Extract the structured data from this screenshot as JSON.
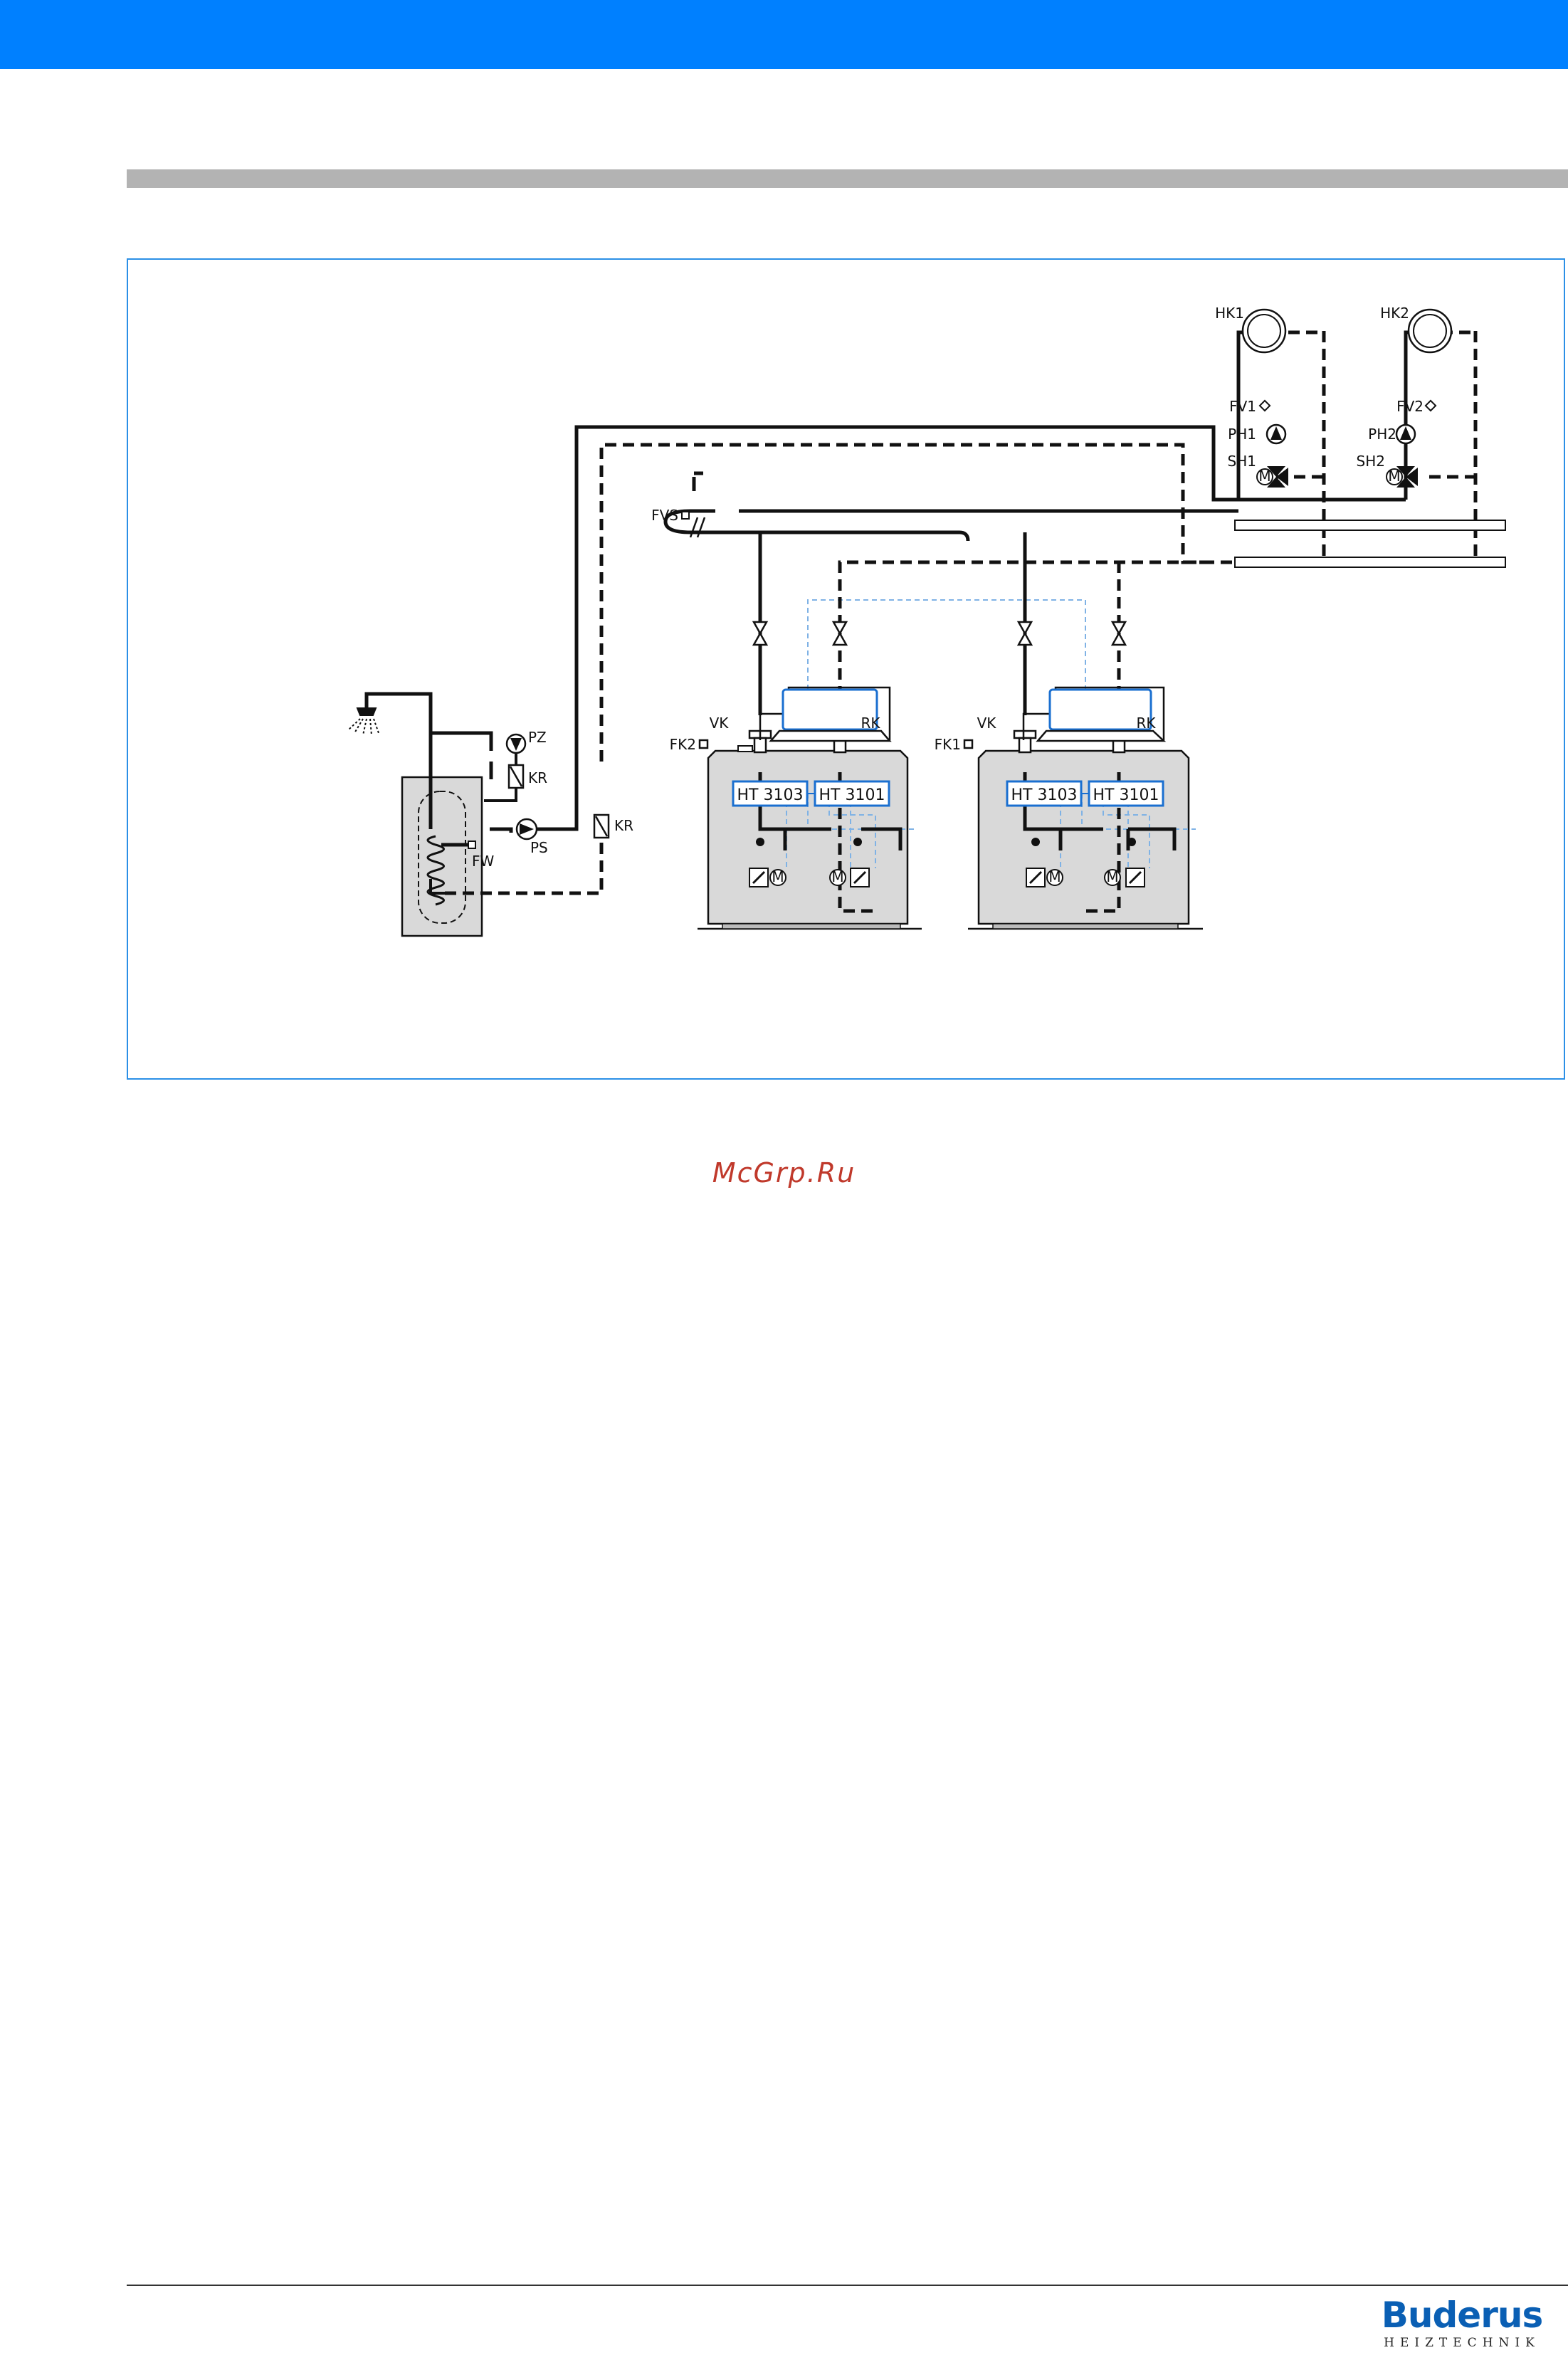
{
  "colors": {
    "header_blue": "#0080ff",
    "section_gray": "#b3b3b3",
    "frame_blue": "#2b8fe6",
    "module_blue": "#1a6fd0",
    "control_dash": "#7fb2e5",
    "boiler_fill": "#d9d9d9",
    "watermark_red": "#c0392b",
    "brand_blue": "#0a5fb4"
  },
  "diagram": {
    "heating_circuits": [
      {
        "hk": "HK1",
        "fv": "FV1",
        "ph": "PH1",
        "sh": "SH1"
      },
      {
        "hk": "HK2",
        "fv": "FV2",
        "ph": "PH2",
        "sh": "SH2"
      }
    ],
    "header_sensor": "FVS",
    "boilers": [
      {
        "fk": "FK2",
        "vk": "VK",
        "rk": "RK",
        "module_left": "HT 3103",
        "module_right": "HT 3101"
      },
      {
        "fk": "FK1",
        "vk": "VK",
        "rk": "RK",
        "module_left": "HT 3103",
        "module_right": "HT 3101"
      }
    ],
    "dhw": {
      "circulation_pump": "PZ",
      "check_valve_top": "KR",
      "check_valve_right": "KR",
      "storage_pump": "PS",
      "storage_sensor": "FW"
    },
    "motor_symbol": "M"
  },
  "watermark": "McGrp.Ru",
  "brand": {
    "name": "Buderus",
    "subtitle": "HEIZTECHNIK"
  }
}
